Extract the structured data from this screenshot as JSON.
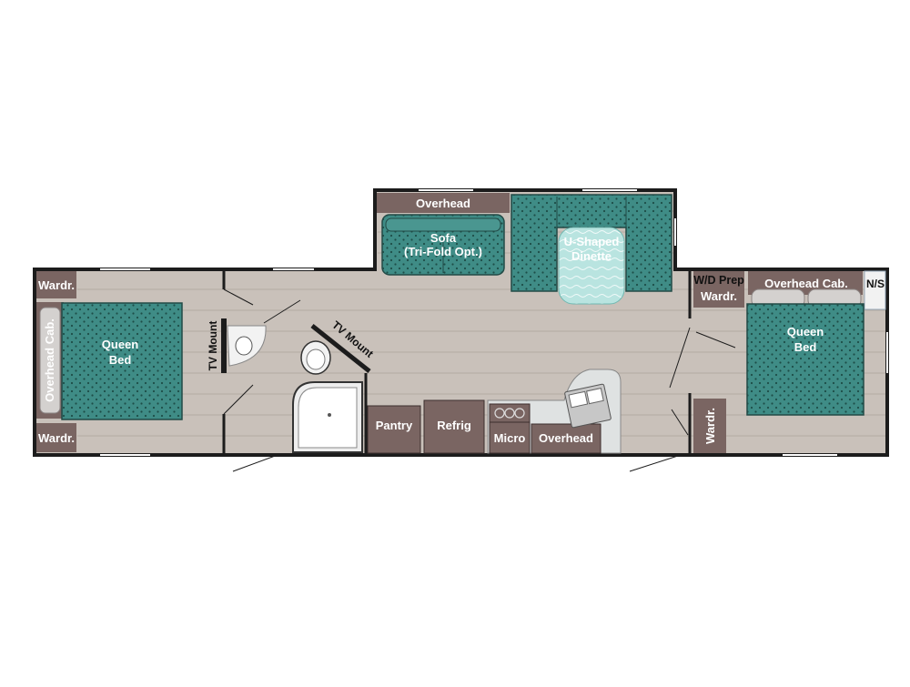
{
  "floorplan": {
    "colors": {
      "floor": "#c9c1ba",
      "wall": "#1c1c1c",
      "cabinet": "#7a6562",
      "upholstery": "#3f8c86",
      "upholstery_dot": "#1d4d48",
      "fixture": "#f2f2f2",
      "counter": "#dfe2e2",
      "kitchen_sink": "#b9e4e0"
    },
    "labels": {
      "wardrobe_front_top": "Wardr.",
      "wardrobe_front_bottom": "Wardr.",
      "overhead_cab_front": "Overhead Cab.",
      "queen_bed_front": [
        "Queen",
        "Bed"
      ],
      "tv_mount_bath": "TV Mount",
      "tv_mount_living": "TV Mount",
      "overhead_slide": "Overhead",
      "sofa": [
        "Sofa",
        "(Tri-Fold Opt.)"
      ],
      "dinette": [
        "U-Shaped",
        "Dinette"
      ],
      "pantry": "Pantry",
      "refrig": "Refrig",
      "micro": "Micro",
      "overhead_kitchen": "Overhead",
      "wd_prep": "W/D Prep",
      "wardrobe_rear_top": "Wardr.",
      "overhead_cab_rear": "Overhead Cab.",
      "nightstand": "N/S",
      "queen_bed_rear": [
        "Queen",
        "Bed"
      ],
      "wardrobe_rear_side": "Wardr."
    }
  }
}
